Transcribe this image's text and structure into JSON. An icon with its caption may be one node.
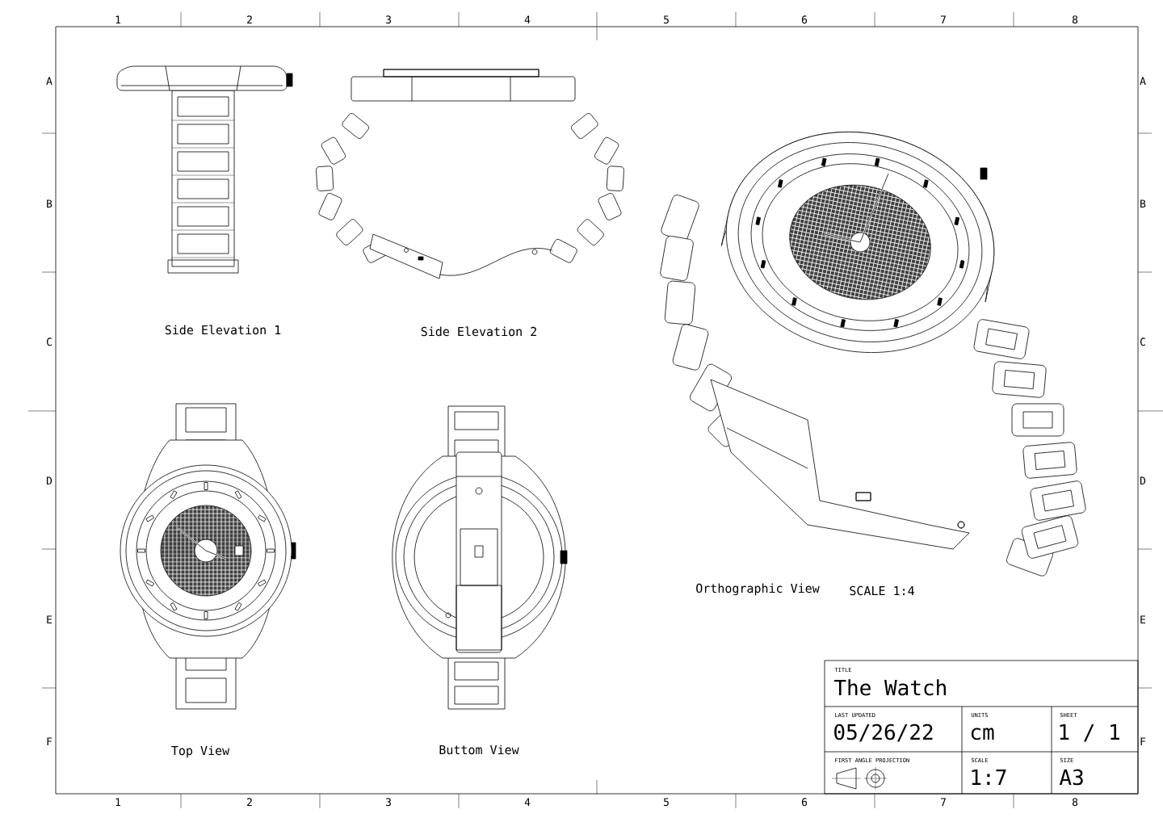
{
  "diagram": {
    "title": "The Watch",
    "labels": [
      "1",
      "2",
      "3",
      "4",
      "5",
      "6",
      "7",
      "8",
      "A",
      "A",
      "Side Elevation 1",
      "Side Elevation 2",
      "B",
      "B",
      "C",
      "C",
      "D",
      "D",
      "Orthographic View",
      "SCALE 1:4",
      "E",
      "E",
      "TITLE",
      "LAST UPDATED",
      "05/26/22",
      "UNITS",
      "cm",
      "SHEET",
      "1 / 1",
      "Top View",
      "Buttom View",
      "FIRST ANGLE PROJECTION",
      "SCALE",
      "1:7",
      "SIZE",
      "A3",
      "F",
      "F",
      "1",
      "2",
      "3",
      "4",
      "5",
      "6",
      "7",
      "8"
    ]
  }
}
